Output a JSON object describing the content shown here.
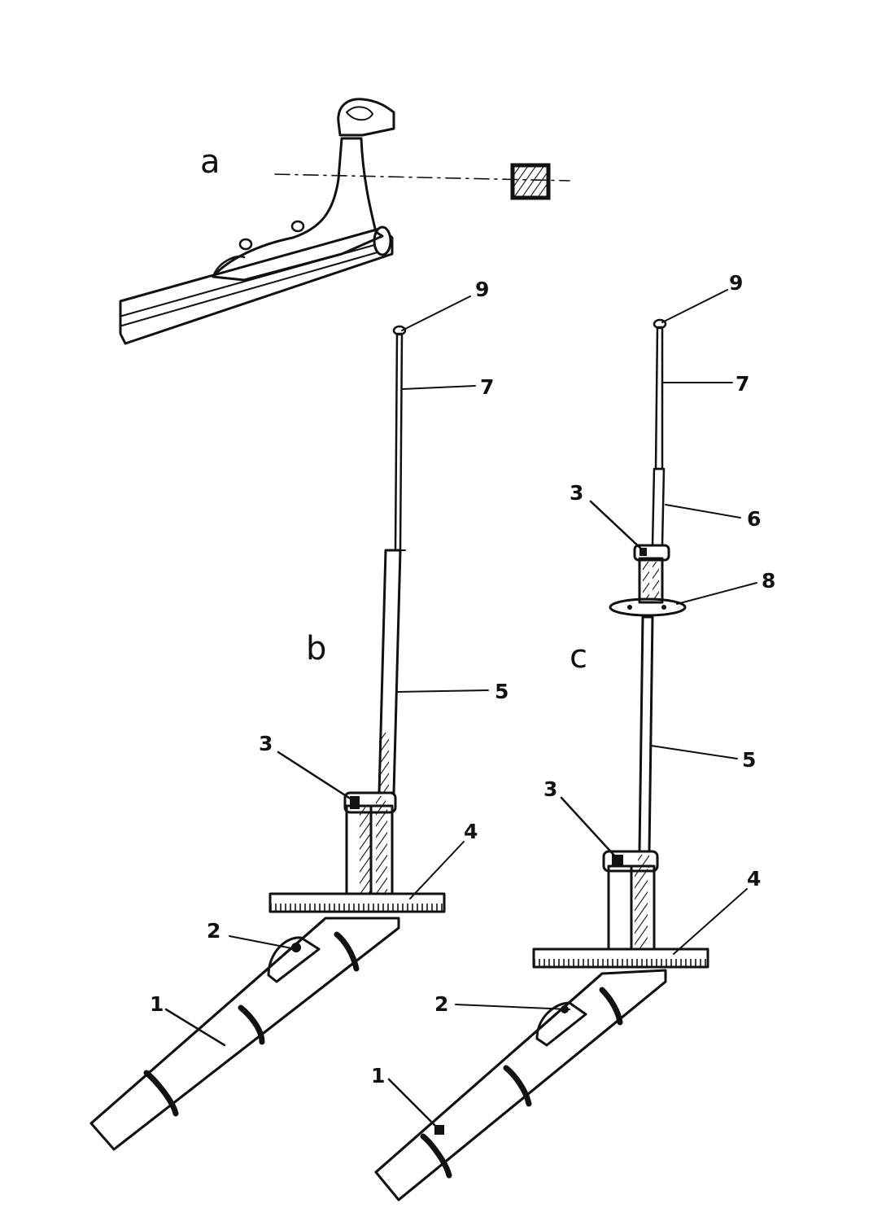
{
  "panels": {
    "a": {
      "letter": "a"
    },
    "b": {
      "letter": "b",
      "callouts": [
        "9",
        "7",
        "5",
        "3",
        "4",
        "2",
        "1"
      ]
    },
    "c": {
      "letter": "c",
      "callouts": [
        "9",
        "7",
        "6",
        "3",
        "8",
        "5",
        "3",
        "4",
        "2",
        "1"
      ]
    }
  },
  "colors": {
    "ink": "#111111",
    "paper": "#ffffff"
  }
}
